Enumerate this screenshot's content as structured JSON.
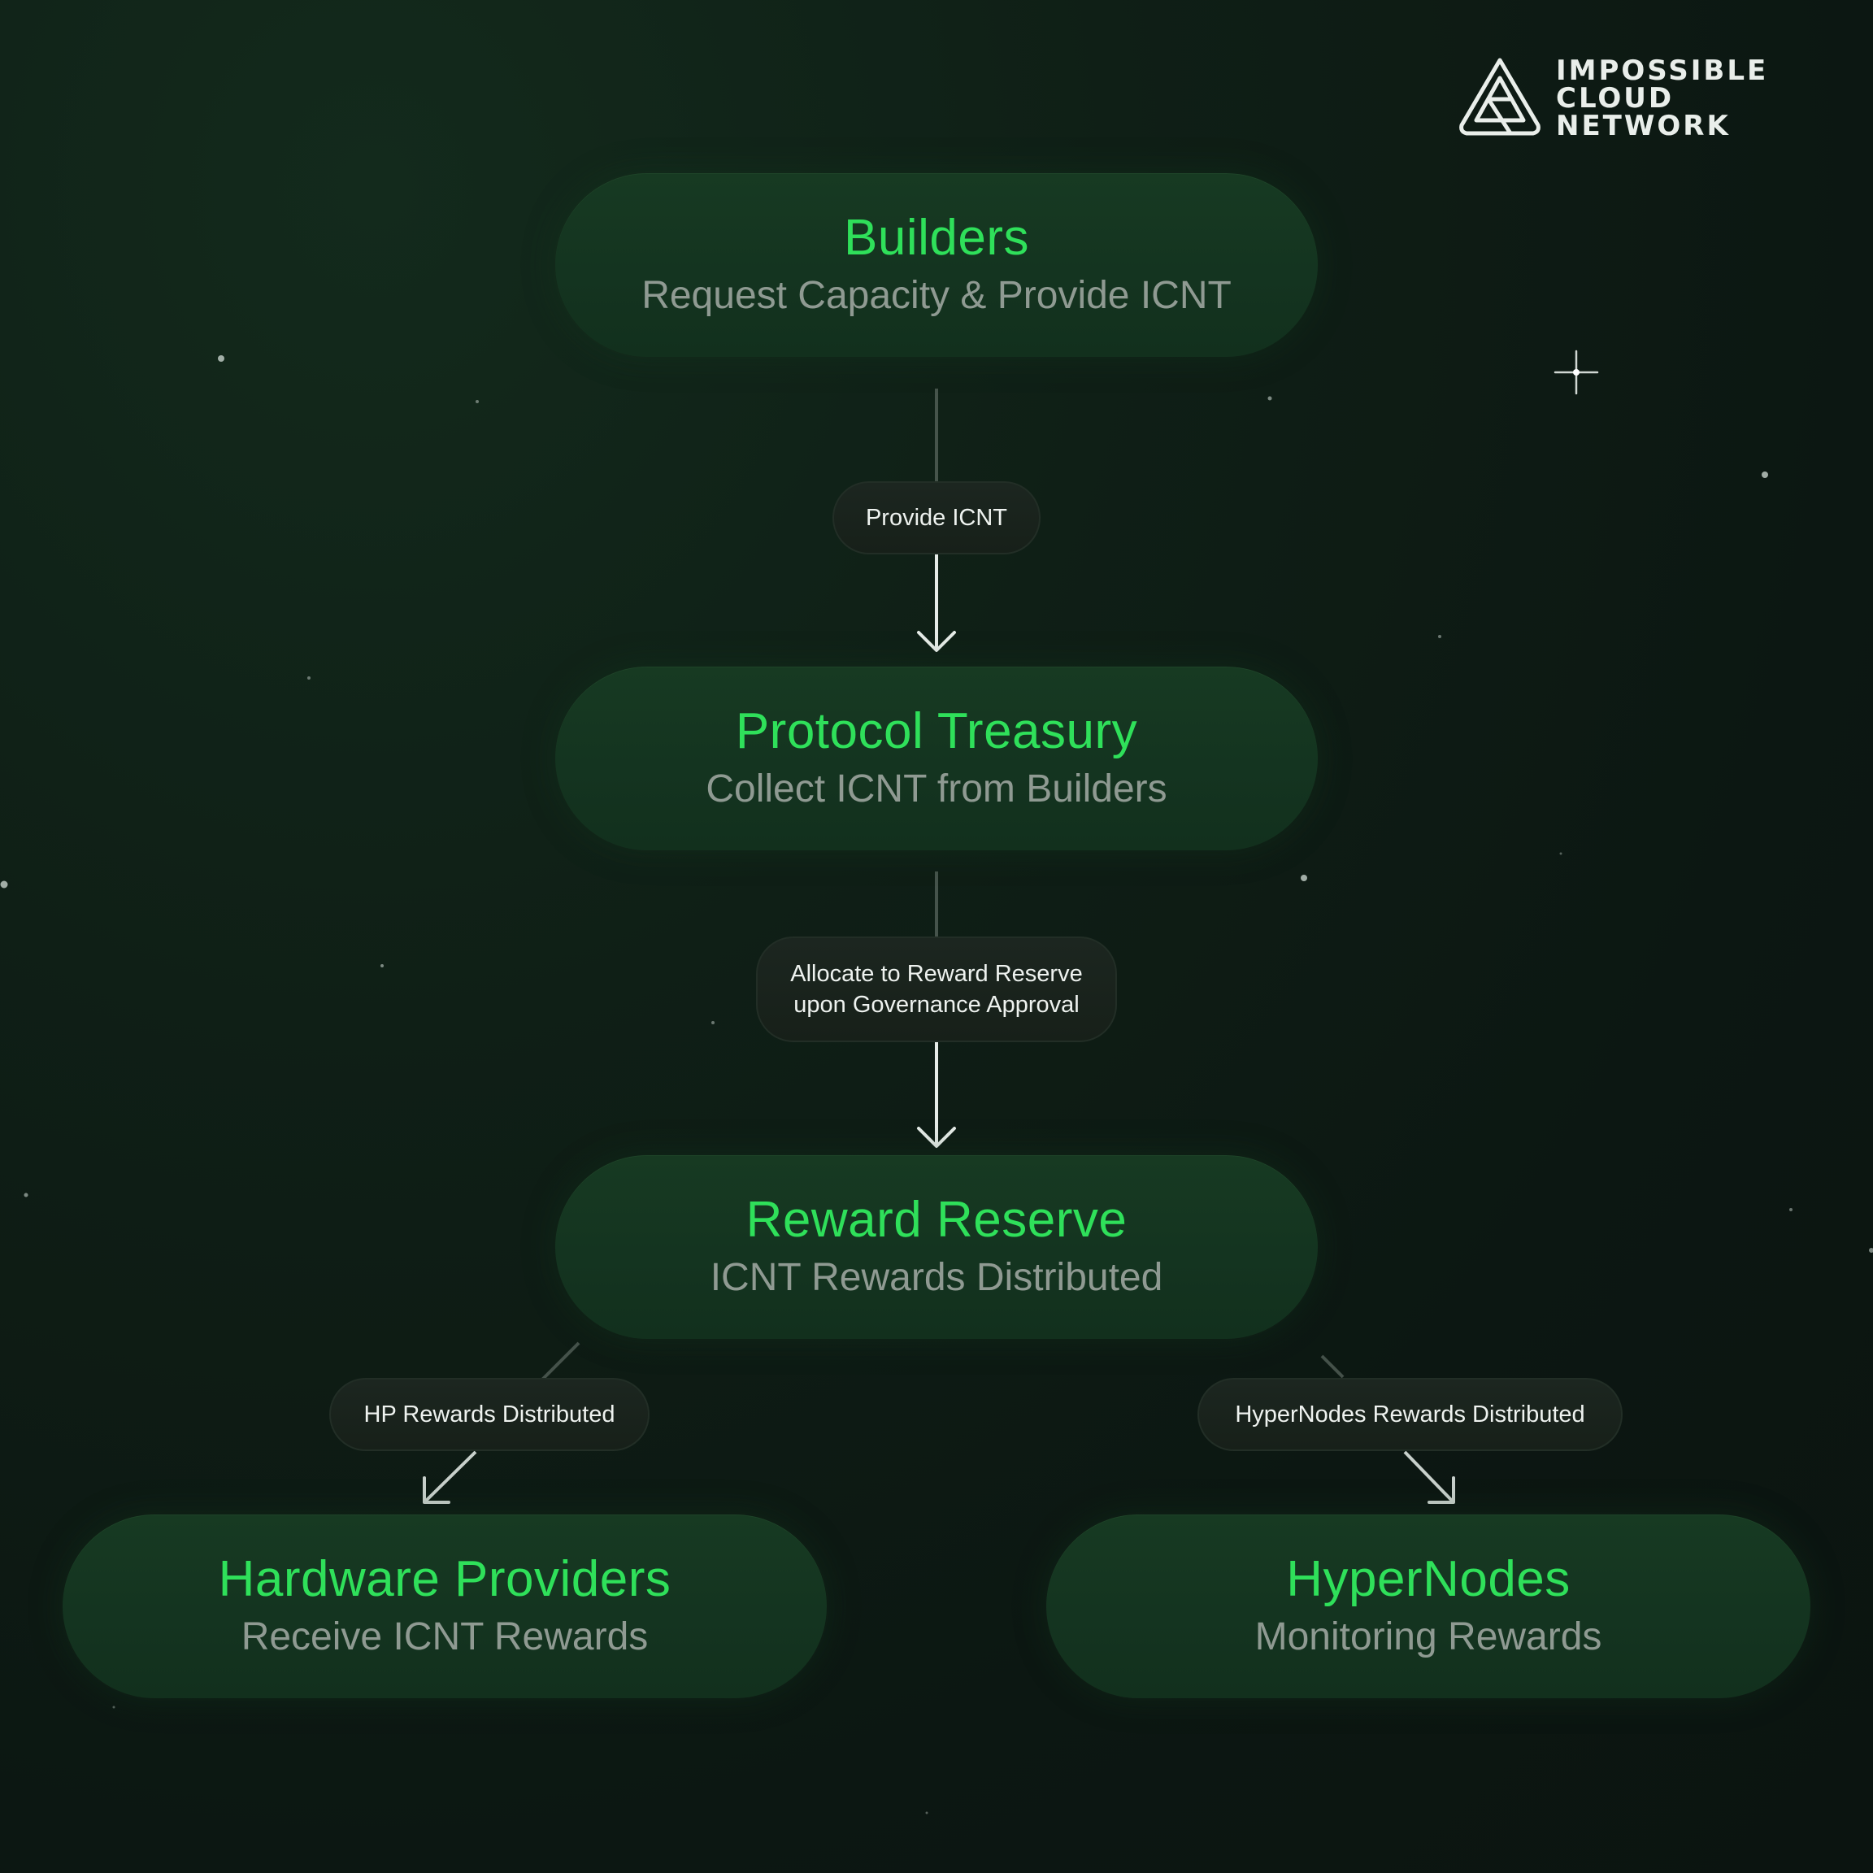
{
  "brand": {
    "name_lines": [
      "IMPOSSIBLE",
      "CLOUD",
      "NETWORK"
    ]
  },
  "nodes": {
    "builders": {
      "title": "Builders",
      "subtitle": "Request Capacity & Provide ICNT"
    },
    "treasury": {
      "title": "Protocol Treasury",
      "subtitle": "Collect ICNT from Builders"
    },
    "reserve": {
      "title": "Reward Reserve",
      "subtitle": "ICNT Rewards Distributed"
    },
    "hardware": {
      "title": "Hardware Providers",
      "subtitle": "Receive ICNT Rewards"
    },
    "hypernodes": {
      "title": "HyperNodes",
      "subtitle": "Monitoring Rewards"
    }
  },
  "edges": {
    "provide": {
      "lines": [
        "Provide ICNT"
      ]
    },
    "allocate": {
      "lines": [
        "Allocate to Reward Reserve",
        "upon Governance Approval"
      ]
    },
    "hp": {
      "lines": [
        "HP Rewards Distributed"
      ]
    },
    "hn": {
      "lines": [
        "HyperNodes Rewards Distributed"
      ]
    }
  },
  "colors": {
    "background": "#0c1712",
    "node_fill": "#153621",
    "node_title": "#2fe05a",
    "node_subtitle": "#8f9a92",
    "label_fill": "#1b241e",
    "label_text": "#eef2ef",
    "arrow": "#e6ece8"
  }
}
